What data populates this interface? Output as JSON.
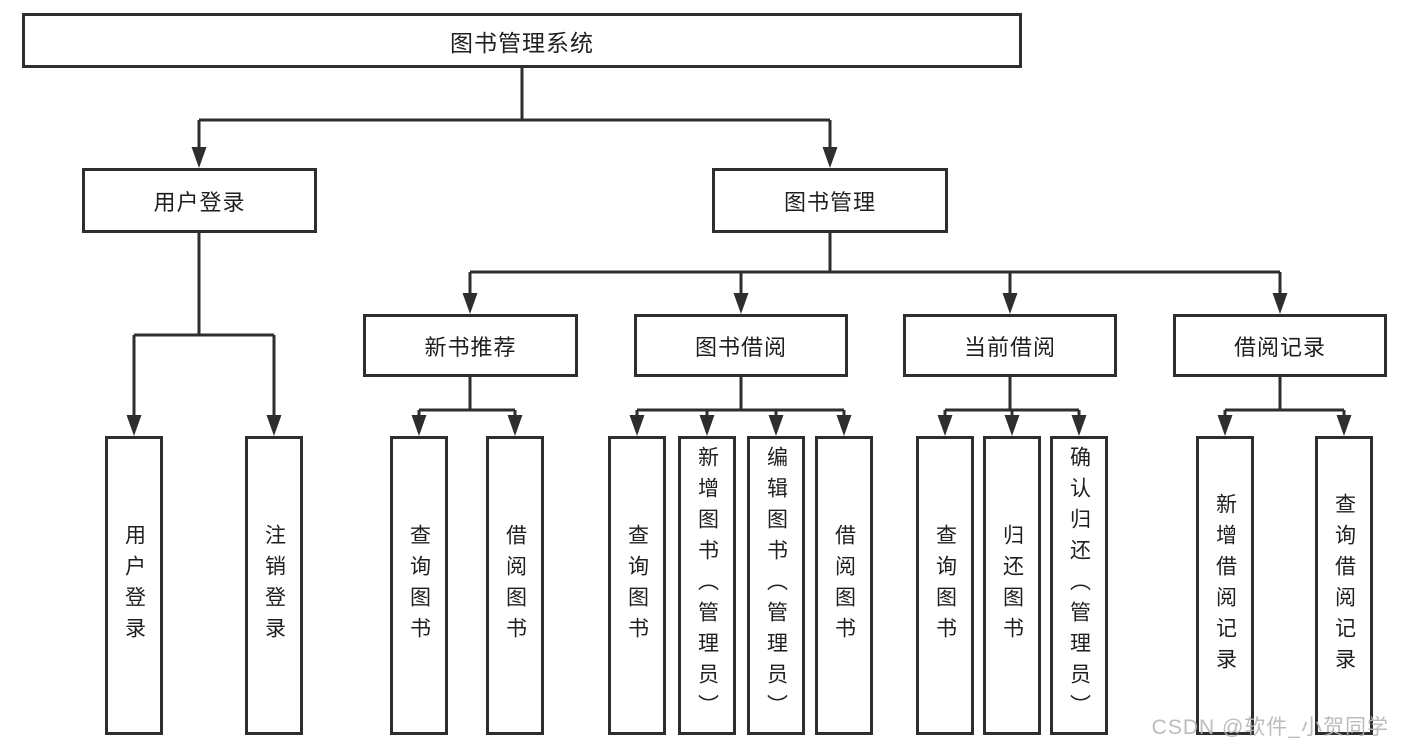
{
  "diagram": {
    "title": "图书管理系统",
    "tree": {
      "root": "图书管理系统",
      "children": [
        {
          "label": "用户登录",
          "children": [
            "用户登录",
            "注销登录"
          ]
        },
        {
          "label": "图书管理",
          "children": [
            {
              "label": "新书推荐",
              "children": [
                "查询图书",
                "借阅图书"
              ]
            },
            {
              "label": "图书借阅",
              "children": [
                "查询图书",
                "新增图书（管理员）",
                "编辑图书（管理员）",
                "借阅图书"
              ]
            },
            {
              "label": "当前借阅",
              "children": [
                "查询图书",
                "归还图书",
                "确认归还（管理员）"
              ]
            },
            {
              "label": "借阅记录",
              "children": [
                "新增借阅记录",
                "查询借阅记录"
              ]
            }
          ]
        }
      ]
    },
    "colors": {
      "line": "#2e2e2e",
      "text": "#1f1f1f",
      "background": "#ffffff",
      "watermark": "#b5b5b5"
    }
  },
  "watermark": {
    "text": "CSDN @软件_小贺同学"
  }
}
